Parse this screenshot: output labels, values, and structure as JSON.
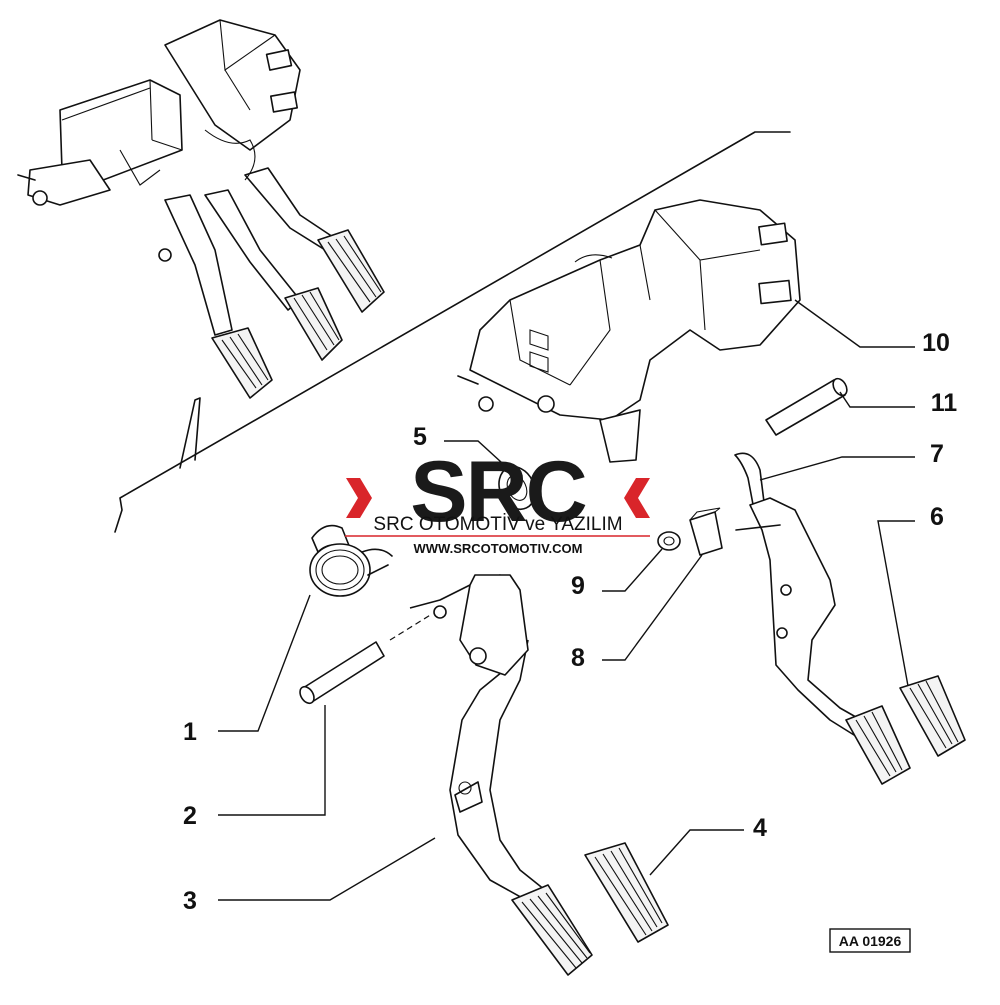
{
  "diagram": {
    "callouts": [
      {
        "id": "1",
        "label": "1"
      },
      {
        "id": "2",
        "label": "2"
      },
      {
        "id": "3",
        "label": "3"
      },
      {
        "id": "4",
        "label": "4"
      },
      {
        "id": "5",
        "label": "5"
      },
      {
        "id": "6",
        "label": "6"
      },
      {
        "id": "7",
        "label": "7"
      },
      {
        "id": "8",
        "label": "8"
      },
      {
        "id": "9",
        "label": "9"
      },
      {
        "id": "10",
        "label": "10"
      },
      {
        "id": "11",
        "label": "11"
      }
    ],
    "reference_code": "AA 01926"
  },
  "watermark": {
    "logo_text": "SRC",
    "company": "SRC OTOMOTİV ve YAZILIM",
    "website": "WWW.SRCOTOMOTIV.COM",
    "accent_color": "#d9252a"
  }
}
